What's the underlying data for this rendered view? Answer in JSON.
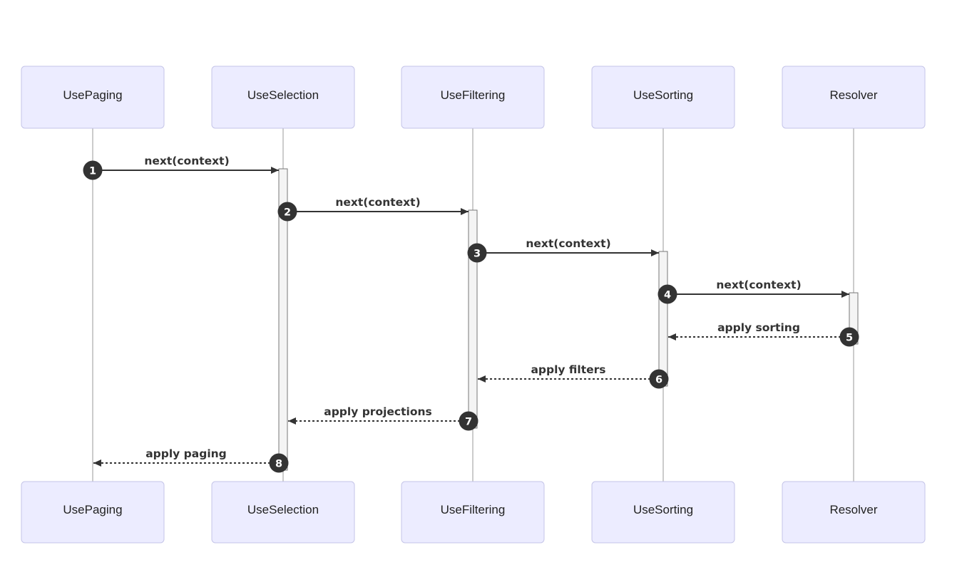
{
  "diagram": {
    "type": "sequence-diagram",
    "participants": [
      {
        "label": "UsePaging"
      },
      {
        "label": "UseSelection"
      },
      {
        "label": "UseFiltering"
      },
      {
        "label": "UseSorting"
      },
      {
        "label": "Resolver"
      }
    ],
    "messages": [
      {
        "number": "1",
        "label": "next(context)",
        "from": "UsePaging",
        "to": "UseSelection",
        "line": "solid"
      },
      {
        "number": "2",
        "label": "next(context)",
        "from": "UseSelection",
        "to": "UseFiltering",
        "line": "solid"
      },
      {
        "number": "3",
        "label": "next(context)",
        "from": "UseFiltering",
        "to": "UseSorting",
        "line": "solid"
      },
      {
        "number": "4",
        "label": "next(context)",
        "from": "UseSorting",
        "to": "Resolver",
        "line": "solid"
      },
      {
        "number": "5",
        "label": "apply sorting",
        "from": "Resolver",
        "to": "UseSorting",
        "line": "dashed"
      },
      {
        "number": "6",
        "label": "apply filters",
        "from": "UseSorting",
        "to": "UseFiltering",
        "line": "dashed"
      },
      {
        "number": "7",
        "label": "apply projections",
        "from": "UseFiltering",
        "to": "UseSelection",
        "line": "dashed"
      },
      {
        "number": "8",
        "label": "apply paging",
        "from": "UseSelection",
        "to": "UsePaging",
        "line": "dashed"
      }
    ],
    "colors": {
      "background": "#FFFFFF",
      "actor_fill": "#ECECFF",
      "actor_border": "#C5C5E8",
      "actor_text": "#222222",
      "lifeline": "#999999",
      "activation_fill": "#F4F4F4",
      "activation_border": "#777777",
      "message_line": "#333333",
      "message_text": "#333333",
      "sequence_number_fill": "#333333",
      "sequence_number_text": "#FFFFFF"
    }
  }
}
